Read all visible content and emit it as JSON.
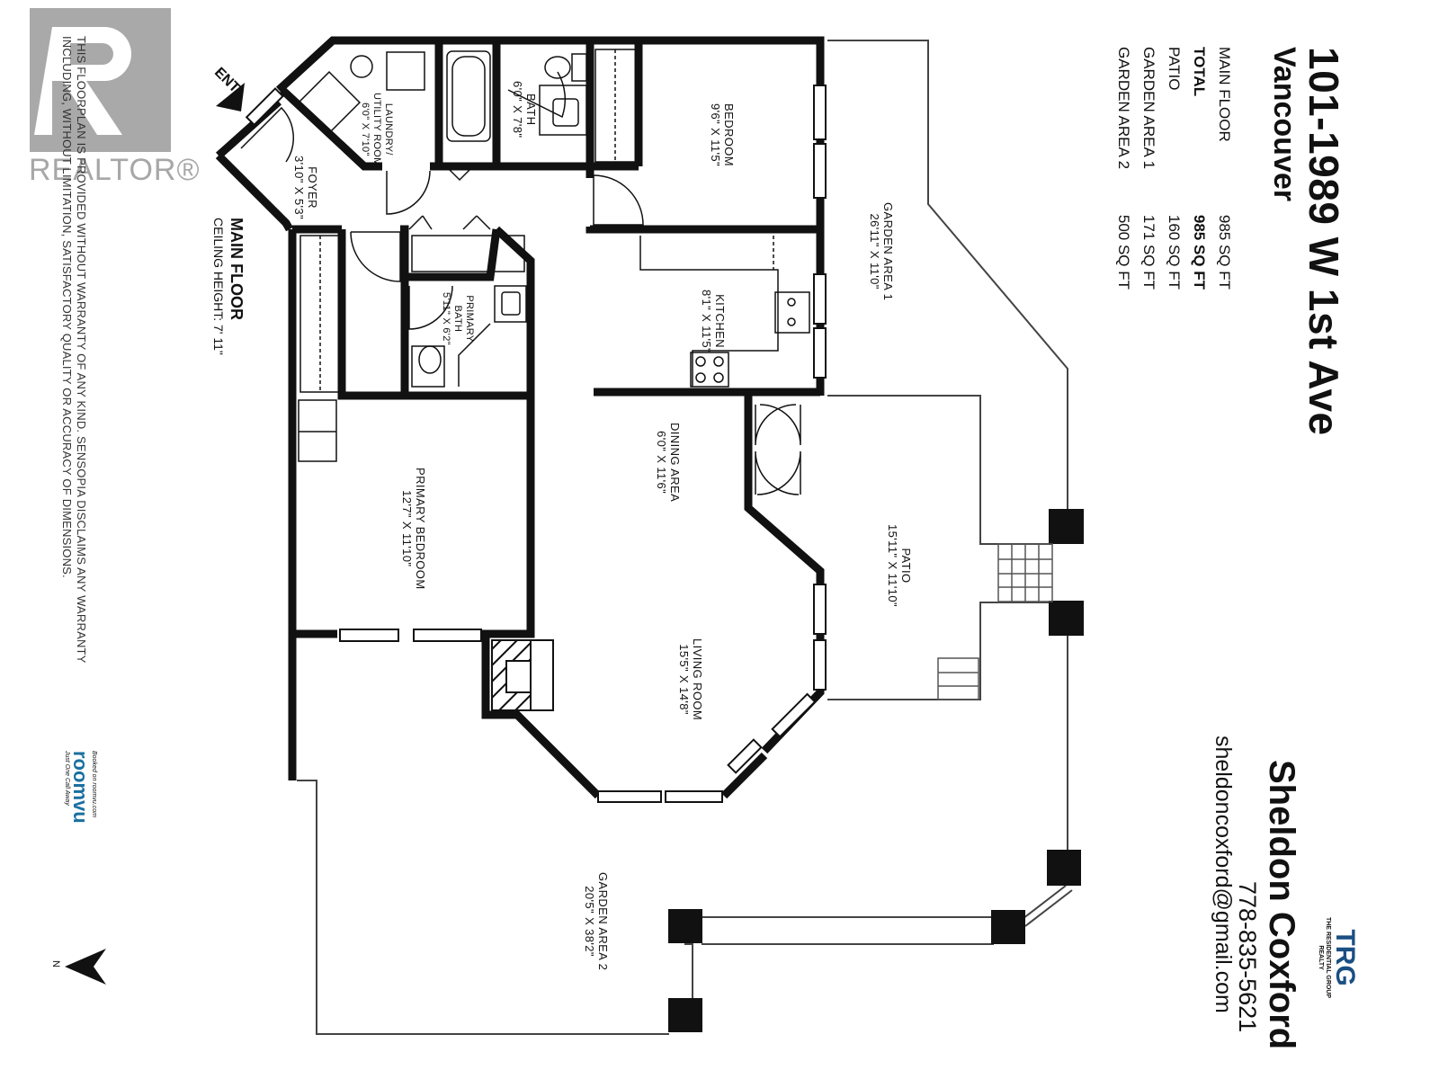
{
  "header": {
    "address": "101-1989 W 1st Ave",
    "city": "Vancouver"
  },
  "areas": {
    "main_floor_label": "MAIN FLOOR",
    "main_floor_value": "985 SQ FT",
    "total_label": "TOTAL",
    "total_value": "985 SQ FT",
    "patio_label": "PATIO",
    "patio_value": "160 SQ FT",
    "garden1_label": "GARDEN AREA 1",
    "garden1_value": "171 SQ FT",
    "garden2_label": "GARDEN AREA 2",
    "garden2_value": "500 SQ FT"
  },
  "agent": {
    "brand_mark": "TRG",
    "brand_line1": "THE RESIDENTIAL GROUP",
    "brand_line2": "REALTY",
    "name": "Sheldon Coxford",
    "phone": "778-835-5621",
    "email": "sheldoncoxford@gmail.com"
  },
  "floor": {
    "label": "MAIN FLOOR",
    "ceiling": "CEILING HEIGHT: 7' 11\""
  },
  "disclaimer": {
    "line1": "THIS FLOORPLAN IS PROVIDED WITHOUT WARRANTY OF ANY KIND. SENSOPIA DISCLAIMS ANY WARRANTY",
    "line2": "INCLUDING, WITHOUT LIMITATION, SATISFACTORY QUALITY OR ACCURACY OF DIMENSIONS."
  },
  "watermark": "REALTOR®",
  "entrance": "ENT",
  "compass": "N",
  "roomvu": {
    "booked": "Booked on roomvu.com",
    "logo": "roomvu",
    "tagline": "Just One Call Away"
  },
  "rooms": {
    "laundry_name": "LAUNDRY/",
    "laundry_name2": "UTILITY ROOM",
    "laundry_dim": "6'0\" X 7'10\"",
    "foyer_name": "FOYER",
    "foyer_dim": "3'10\" X 5'3\"",
    "bath_name": "BATH",
    "bath_dim": "6'0\" X 7'8\"",
    "bedroom_name": "BEDROOM",
    "bedroom_dim": "9'6\" X 11'5\"",
    "garden1_name": "GARDEN AREA 1",
    "garden1_dim": "26'11\" X 11'0\"",
    "kitchen_name": "KITCHEN",
    "kitchen_dim": "8'1\" X 11'5\"",
    "pbath_name": "PRIMARY",
    "pbath_name2": "BATH",
    "pbath_dim": "5'11\" X 6'2\"",
    "dining_name": "DINING AREA",
    "dining_dim": "6'0\" X 11'6\"",
    "pbed_name": "PRIMARY BEDROOM",
    "pbed_dim": "12'7\" X 11'10\"",
    "patio_name": "PATIO",
    "patio_dim": "15'11\" X 11'10\"",
    "living_name": "LIVING ROOM",
    "living_dim": "15'5\" X 14'8\"",
    "garden2_name": "GARDEN AREA 2",
    "garden2_dim": "20'5\" X 38'2\""
  }
}
